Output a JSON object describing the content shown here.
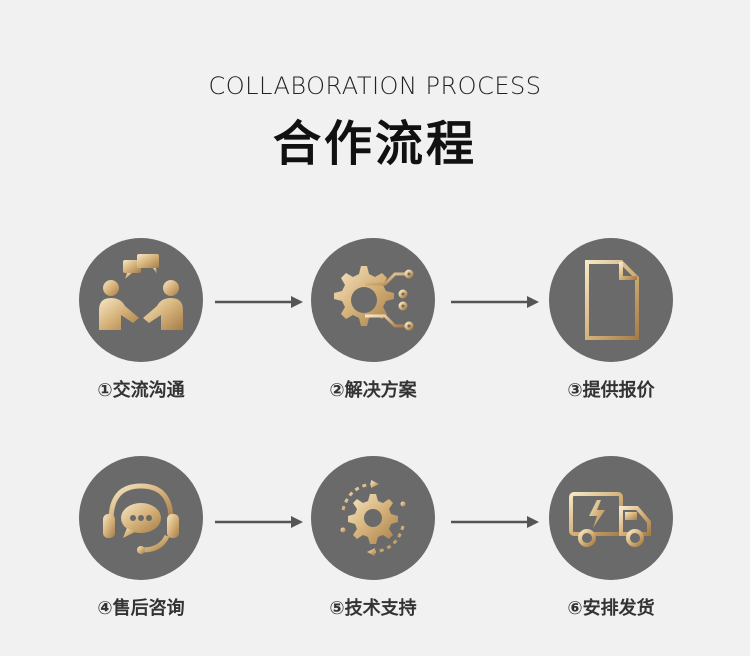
{
  "header": {
    "subtitle": "COLLABORATION PROCESS",
    "title": "合作流程"
  },
  "steps": [
    {
      "label": "①交流沟通",
      "icon": "handshake-chat-icon"
    },
    {
      "label": "②解决方案",
      "icon": "gear-circuit-icon"
    },
    {
      "label": "③提供报价",
      "icon": "document-icon"
    },
    {
      "label": "④售后咨询",
      "icon": "headset-chat-icon"
    },
    {
      "label": "⑤技术支持",
      "icon": "gear-cycle-icon"
    },
    {
      "label": "⑥安排发货",
      "icon": "delivery-truck-icon"
    }
  ],
  "colors": {
    "background": "#f1f1f1",
    "circle": "#6a6a6a",
    "gold_light": "#f3e3c0",
    "gold_dark": "#b08a55",
    "arrow": "#555555"
  }
}
